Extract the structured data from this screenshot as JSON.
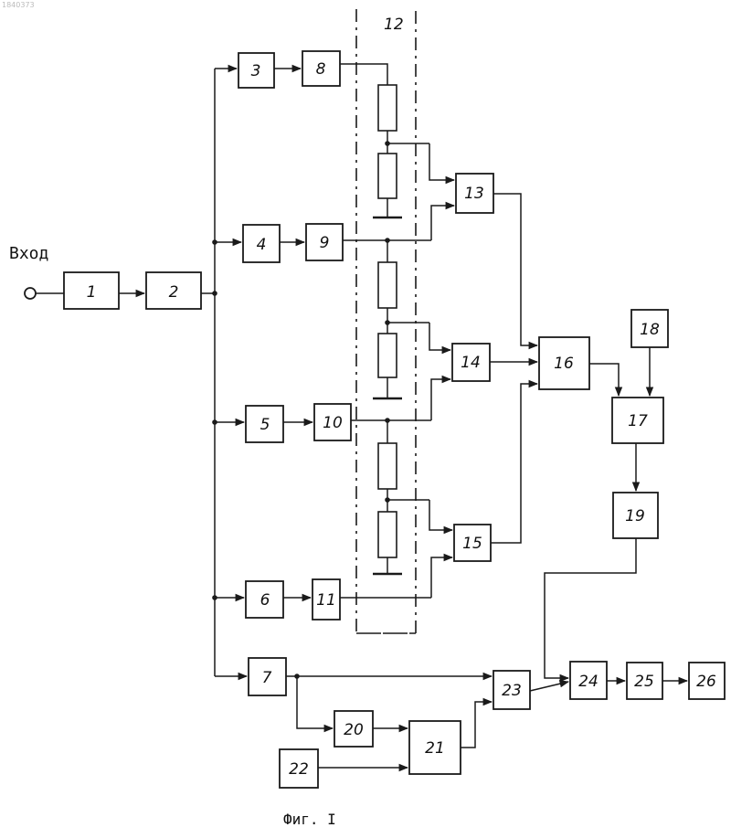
{
  "input_label": "Вход",
  "caption": "Фиг. I",
  "stamp": "1840373",
  "dashed_group_label": "12",
  "blocks": {
    "b1": "1",
    "b2": "2",
    "b3": "3",
    "b4": "4",
    "b5": "5",
    "b6": "6",
    "b7": "7",
    "b8": "8",
    "b9": "9",
    "b10": "10",
    "b11": "11",
    "b13": "13",
    "b14": "14",
    "b15": "15",
    "b16": "16",
    "b17": "17",
    "b18": "18",
    "b19": "19",
    "b20": "20",
    "b21": "21",
    "b22": "22",
    "b23": "23",
    "b24": "24",
    "b25": "25",
    "b26": "26"
  }
}
